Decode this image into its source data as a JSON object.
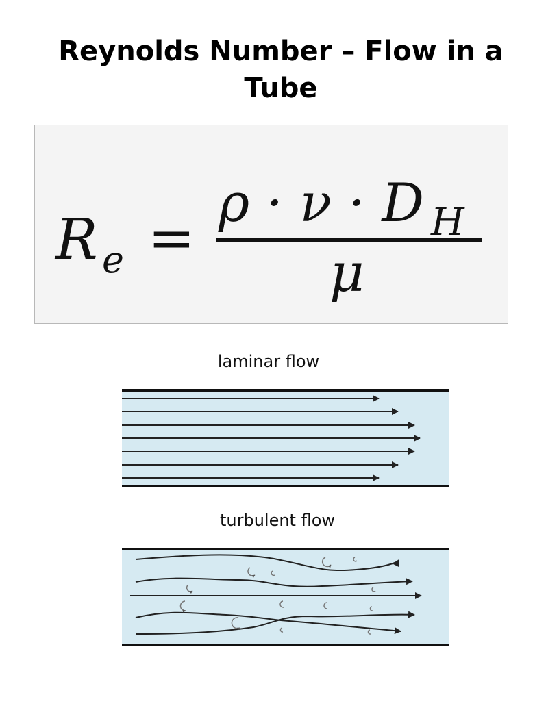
{
  "title": "Reynolds Number – Flow in a Tube",
  "equation": {
    "lhs_symbol": "R",
    "lhs_subscript": "e",
    "equals": "=",
    "numerator": "ρ · ν · D",
    "numerator_subscript": "H",
    "denominator": "μ"
  },
  "laminar": {
    "label": "laminar flow"
  },
  "turbulent": {
    "label": "turbulent flow"
  },
  "colors": {
    "fluid": "#d6eaf2",
    "walls": "#111111",
    "streamlines": "#222222",
    "eddies": "#777777"
  }
}
